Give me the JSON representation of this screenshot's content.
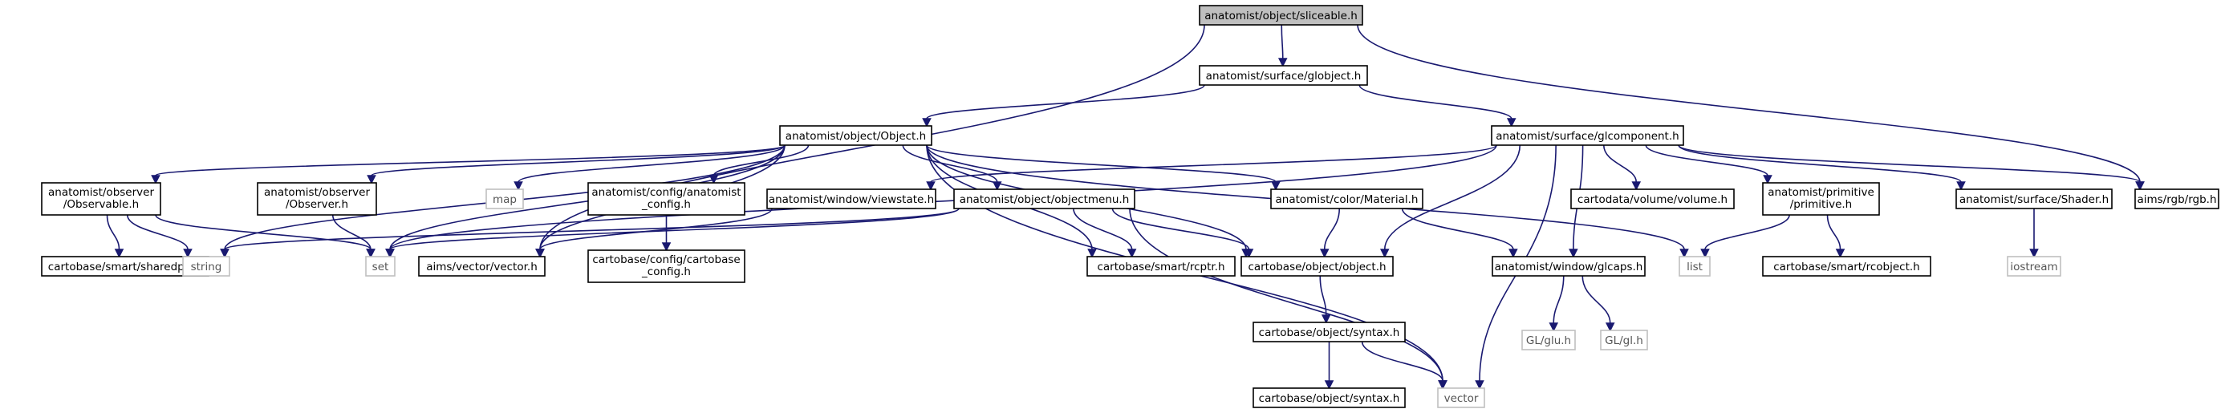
{
  "colors": {
    "root_fill": "#bfbfbf",
    "node_fill": "#ffffff",
    "node_stroke": "#000000",
    "ext_stroke": "#bfbfbf",
    "ext_text": "#555555",
    "edge": "#191970"
  },
  "nodes": [
    {
      "id": "n_sliceable",
      "kind": "root",
      "lines": [
        "anatomist/object/sliceable.h"
      ]
    },
    {
      "id": "n_globject",
      "kind": "doc",
      "lines": [
        "anatomist/surface/globject.h"
      ]
    },
    {
      "id": "n_object",
      "kind": "doc",
      "lines": [
        "anatomist/object/Object.h"
      ]
    },
    {
      "id": "n_glcomponent",
      "kind": "doc",
      "lines": [
        "anatomist/surface/glcomponent.h"
      ]
    },
    {
      "id": "n_observable",
      "kind": "doc",
      "lines": [
        "anatomist/observer",
        "/Observable.h"
      ]
    },
    {
      "id": "n_observer",
      "kind": "doc",
      "lines": [
        "anatomist/observer",
        "/Observer.h"
      ]
    },
    {
      "id": "n_map",
      "kind": "ext",
      "lines": [
        "map"
      ]
    },
    {
      "id": "n_anaconfig",
      "kind": "doc",
      "lines": [
        "anatomist/config/anatomist",
        "_config.h"
      ]
    },
    {
      "id": "n_viewstate",
      "kind": "doc",
      "lines": [
        "anatomist/window/viewstate.h"
      ]
    },
    {
      "id": "n_objectmenu",
      "kind": "doc",
      "lines": [
        "anatomist/object/objectmenu.h"
      ]
    },
    {
      "id": "n_material",
      "kind": "doc",
      "lines": [
        "anatomist/color/Material.h"
      ]
    },
    {
      "id": "n_volume",
      "kind": "doc",
      "lines": [
        "cartodata/volume/volume.h"
      ]
    },
    {
      "id": "n_primitive",
      "kind": "doc",
      "lines": [
        "anatomist/primitive",
        "/primitive.h"
      ]
    },
    {
      "id": "n_shader",
      "kind": "doc",
      "lines": [
        "anatomist/surface/Shader.h"
      ]
    },
    {
      "id": "n_rgb",
      "kind": "doc",
      "lines": [
        "aims/rgb/rgb.h"
      ]
    },
    {
      "id": "n_sharedptr",
      "kind": "doc",
      "lines": [
        "cartobase/smart/sharedptr.h"
      ]
    },
    {
      "id": "n_string",
      "kind": "ext",
      "lines": [
        "string"
      ]
    },
    {
      "id": "n_set",
      "kind": "ext",
      "lines": [
        "set"
      ]
    },
    {
      "id": "n_aimsvector",
      "kind": "doc",
      "lines": [
        "aims/vector/vector.h"
      ]
    },
    {
      "id": "n_cbconfig",
      "kind": "doc",
      "lines": [
        "cartobase/config/cartobase",
        "_config.h"
      ]
    },
    {
      "id": "n_rcptr",
      "kind": "doc",
      "lines": [
        "cartobase/smart/rcptr.h"
      ]
    },
    {
      "id": "n_cbobject",
      "kind": "doc",
      "lines": [
        "cartobase/object/object.h"
      ]
    },
    {
      "id": "n_glcaps",
      "kind": "doc",
      "lines": [
        "anatomist/window/glcaps.h"
      ]
    },
    {
      "id": "n_list",
      "kind": "ext",
      "lines": [
        "list"
      ]
    },
    {
      "id": "n_rcobject",
      "kind": "doc",
      "lines": [
        "cartobase/smart/rcobject.h"
      ]
    },
    {
      "id": "n_iostream",
      "kind": "ext",
      "lines": [
        "iostream"
      ]
    },
    {
      "id": "n_syntaxh",
      "kind": "doc",
      "lines": [
        "cartobase/object/syntax.h"
      ]
    },
    {
      "id": "n_glu",
      "kind": "ext",
      "lines": [
        "GL/glu.h"
      ]
    },
    {
      "id": "n_gl",
      "kind": "ext",
      "lines": [
        "GL/gl.h"
      ]
    },
    {
      "id": "n_syntax2",
      "kind": "doc",
      "lines": [
        "cartobase/object/syntax.h"
      ]
    },
    {
      "id": "n_vector",
      "kind": "ext",
      "lines": [
        "vector"
      ]
    }
  ],
  "edges": [
    [
      "n_sliceable",
      "n_globject"
    ],
    [
      "n_sliceable",
      "n_aimsvector"
    ],
    [
      "n_sliceable",
      "n_rgb"
    ],
    [
      "n_globject",
      "n_object"
    ],
    [
      "n_globject",
      "n_glcomponent"
    ],
    [
      "n_object",
      "n_observable"
    ],
    [
      "n_object",
      "n_string"
    ],
    [
      "n_object",
      "n_observer"
    ],
    [
      "n_object",
      "n_set"
    ],
    [
      "n_object",
      "n_map"
    ],
    [
      "n_object",
      "n_aimsvector"
    ],
    [
      "n_object",
      "n_anaconfig"
    ],
    [
      "n_object",
      "n_objectmenu"
    ],
    [
      "n_object",
      "n_rcptr"
    ],
    [
      "n_object",
      "n_cbobject"
    ],
    [
      "n_object",
      "n_material"
    ],
    [
      "n_object",
      "n_list"
    ],
    [
      "n_object",
      "n_vector"
    ],
    [
      "n_glcomponent",
      "n_set"
    ],
    [
      "n_glcomponent",
      "n_viewstate"
    ],
    [
      "n_glcomponent",
      "n_cbobject"
    ],
    [
      "n_glcomponent",
      "n_glcaps"
    ],
    [
      "n_glcomponent",
      "n_volume"
    ],
    [
      "n_glcomponent",
      "n_primitive"
    ],
    [
      "n_glcomponent",
      "n_shader"
    ],
    [
      "n_glcomponent",
      "n_rgb"
    ],
    [
      "n_glcomponent",
      "n_vector"
    ],
    [
      "n_observable",
      "n_sharedptr"
    ],
    [
      "n_observable",
      "n_string"
    ],
    [
      "n_observable",
      "n_set"
    ],
    [
      "n_observer",
      "n_set"
    ],
    [
      "n_anaconfig",
      "n_cbconfig"
    ],
    [
      "n_viewstate",
      "n_aimsvector"
    ],
    [
      "n_objectmenu",
      "n_string"
    ],
    [
      "n_objectmenu",
      "n_set"
    ],
    [
      "n_objectmenu",
      "n_rcptr"
    ],
    [
      "n_objectmenu",
      "n_cbobject"
    ],
    [
      "n_objectmenu",
      "n_vector"
    ],
    [
      "n_material",
      "n_cbobject"
    ],
    [
      "n_material",
      "n_glcaps"
    ],
    [
      "n_primitive",
      "n_list"
    ],
    [
      "n_primitive",
      "n_rcobject"
    ],
    [
      "n_shader",
      "n_iostream"
    ],
    [
      "n_cbobject",
      "n_syntaxh"
    ],
    [
      "n_glcaps",
      "n_glu"
    ],
    [
      "n_glcaps",
      "n_gl"
    ],
    [
      "n_syntaxh",
      "n_syntax2"
    ],
    [
      "n_syntaxh",
      "n_vector"
    ]
  ]
}
